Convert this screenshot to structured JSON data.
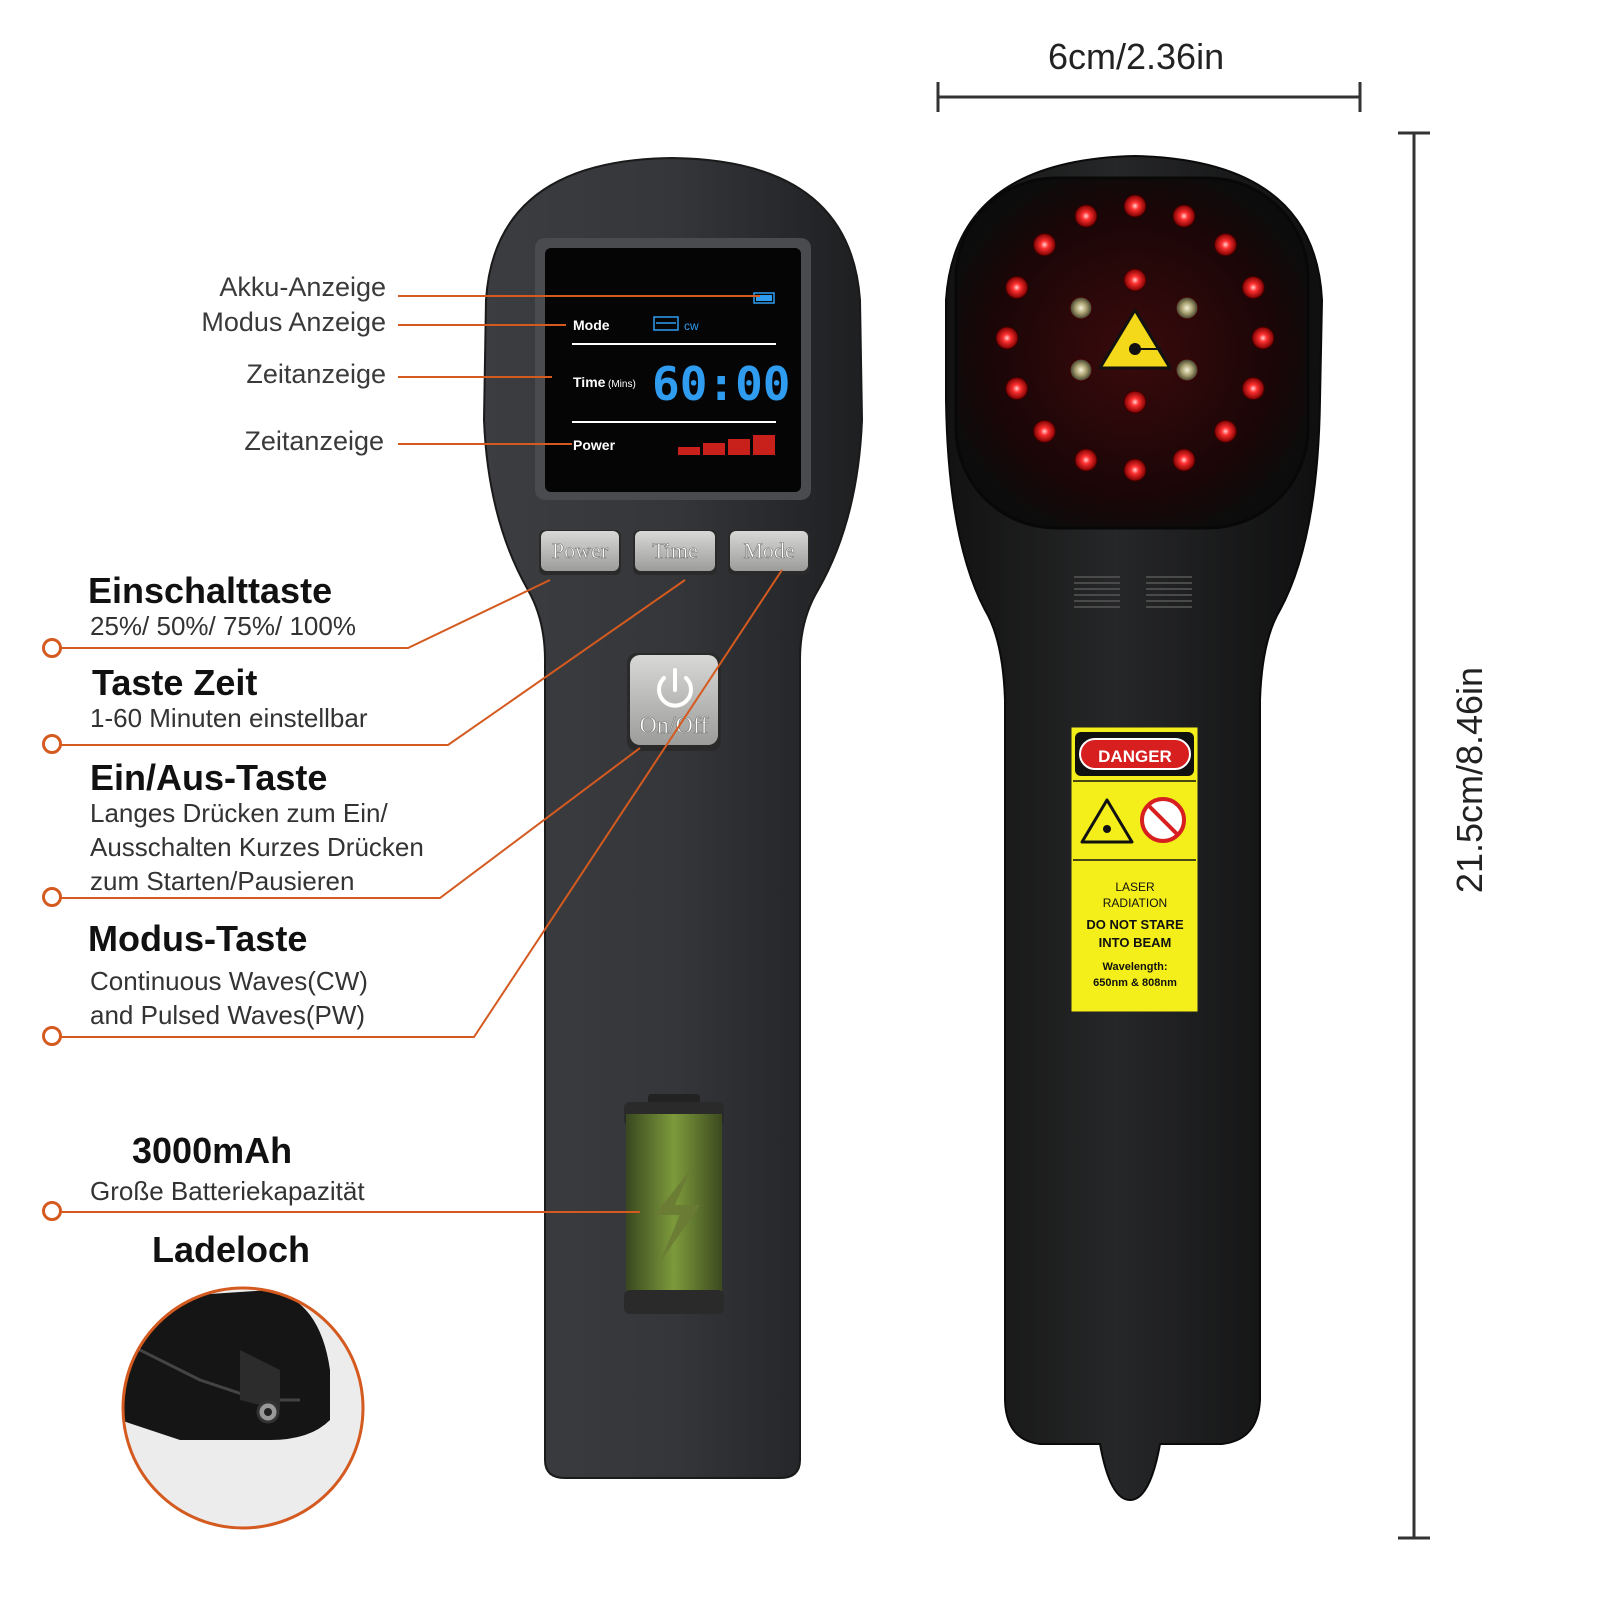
{
  "dimensions": {
    "width": "6cm/2.36in",
    "height": "21.5cm/8.46in"
  },
  "screen": {
    "mode_label": "Mode",
    "mode_value": "cw",
    "time_label": "Time",
    "time_unit": "(Mins)",
    "time_value": "60:00",
    "power_label": "Power",
    "power_level_fraction": 1.0
  },
  "buttons": {
    "power": "Power",
    "time": "Time",
    "mode": "Mode",
    "onoff": "On/Off"
  },
  "callouts": {
    "battery_indicator": "Akku-Anzeige",
    "mode_indicator": "Modus Anzeige",
    "time_indicator": "Zeitanzeige",
    "power_indicator": "Zeitanzeige"
  },
  "features": {
    "power_key": {
      "title": "Einschalttaste",
      "desc": [
        "25%/ 50%/ 75%/ 100%"
      ]
    },
    "time_key": {
      "title": "Taste Zeit",
      "desc": [
        "1-60 Minuten einstellbar"
      ]
    },
    "onoff_key": {
      "title": "Ein/Aus-Taste",
      "desc": [
        "Langes Drücken zum Ein/",
        "Ausschalten Kurzes Drücken",
        "zum Starten/Pausieren"
      ]
    },
    "mode_key": {
      "title": "Modus-Taste",
      "desc": [
        "Continuous Waves(CW)",
        "and Pulsed Waves(PW)"
      ]
    },
    "battery": {
      "title": "3000mAh",
      "desc": [
        "Große Batteriekapazität"
      ]
    },
    "charging": {
      "title": "Ladeloch"
    }
  },
  "warning_label": {
    "danger": "DANGER",
    "line1": "LASER",
    "line2": "RADIATION",
    "line3": "DO NOT STARE",
    "line4": "INTO BEAM",
    "line5": "Wavelength:",
    "line6": "650nm & 808nm"
  },
  "colors": {
    "accent": "#d45a1f",
    "lcd_blue": "#2f9cf0",
    "power_red": "#c8201a",
    "label_yellow": "#f4ef1a",
    "device": "#2e2f31"
  }
}
